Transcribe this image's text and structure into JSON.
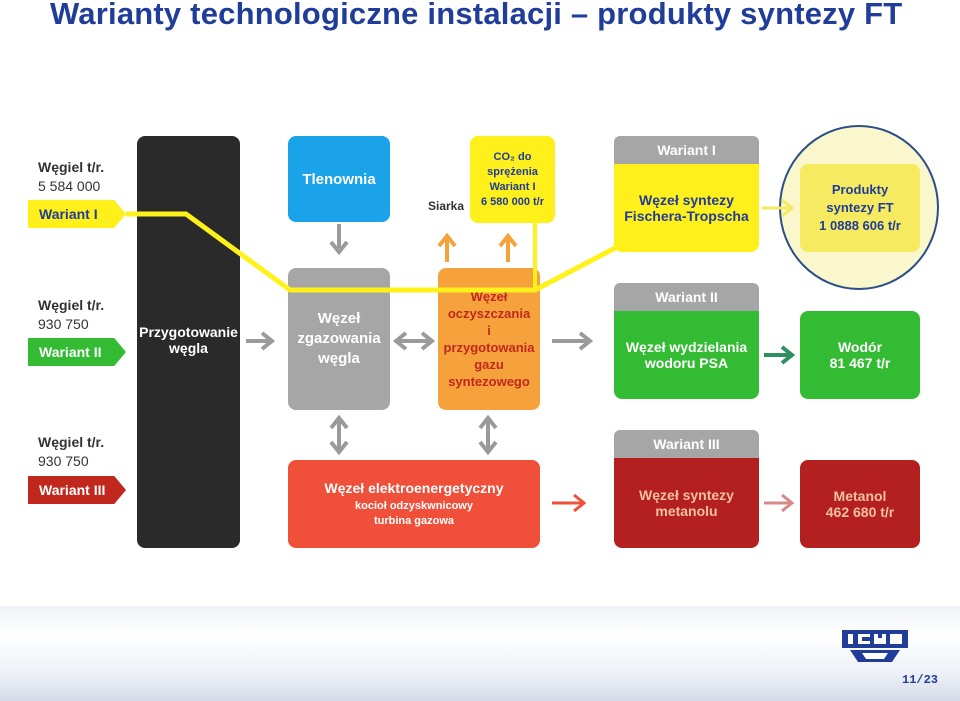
{
  "title": "Warianty technologiczne instalacji – produkty syntezy FT",
  "rows": [
    {
      "label": "Węgiel t/r.",
      "amount": "5 584 000",
      "variant": "Wariant I",
      "color": "#ffef1a",
      "text_color": "#1f3d99"
    },
    {
      "label": "Węgiel t/r.",
      "amount": "930 750",
      "variant": "Wariant II",
      "color": "#33bb33",
      "text_color": "#ffffff"
    },
    {
      "label": "Węgiel t/r.",
      "amount": "930 750",
      "variant": "Wariant III",
      "color": "#c0281e",
      "text_color": "#ffffff"
    }
  ],
  "nodes": {
    "prep": "Przygotowanie\nwęgla",
    "oxygen": "Tlenownia",
    "co2": "CO₂ do\nsprężenia\nWariant I\n6 580 000 t/r",
    "sulfur": "Siarka",
    "gasification": "Węzeł\nzgazowania\nwęgla",
    "cleaning": "Węzeł\noczyszczania\ni przygotowania\ngazu\nsyntezowego",
    "power": "Węzeł elektroenergetyczny",
    "power_sub": "kocioł odzyskwnicowy\nturbina gazowa"
  },
  "variants": [
    {
      "header": "Wariant I",
      "node": "Węzeł syntezy\nFischera-Tropscha",
      "product": "Produkty\nsyntezy FT\n1 0888 606 t/r"
    },
    {
      "header": "Wariant II",
      "node": "Węzeł wydzielania\nwodoru PSA",
      "product": "Wodór\n81 467 t/r"
    },
    {
      "header": "Wariant III",
      "node": "Węzeł syntezy\nmetanolu",
      "product": "Metanol\n462 680 t/r"
    }
  ],
  "colors": {
    "title": "#1f3d99",
    "oxygen": "#1aa3e8",
    "co2": "#ffef1a",
    "gasification": "#a6a6a6",
    "cleaning": "#f6a23c",
    "power": "#f04f3a",
    "variant1": "#ffef1a",
    "variant2": "#33bb33",
    "variant3": "#b42020",
    "product1": "#f5ea60",
    "product2": "#33bb33",
    "product3": "#b42020",
    "highlight_path": "#fff21a",
    "arrow": "#9a9a9a"
  },
  "footer": {
    "page": "11/23",
    "logo_icon": "ichpw-logo-icon"
  }
}
